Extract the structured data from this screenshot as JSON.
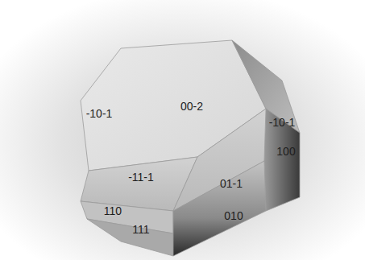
{
  "diagram": {
    "labels": [
      "-10-1",
      "00-2",
      "-10-1",
      "100",
      "-11-1",
      "01-1",
      "110",
      "010",
      "111"
    ]
  }
}
